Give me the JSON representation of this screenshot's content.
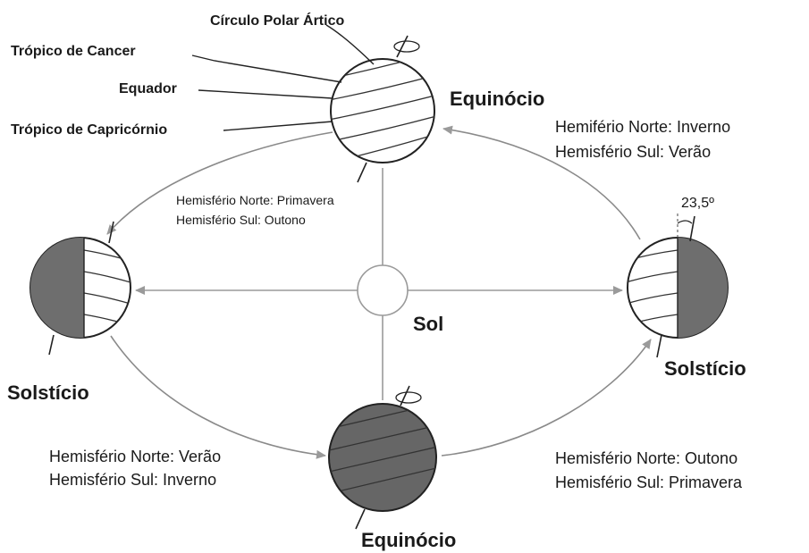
{
  "labels": {
    "circulo_polar": "Círculo Polar Ártico",
    "tropico_cancer": "Trópico de Cancer",
    "equador": "Equador",
    "tropico_capricornio": "Trópico de Capricórnio",
    "equinocio_top": "Equinócio",
    "equinocio_bottom": "Equinócio",
    "solsticio_left": "Solstício",
    "solsticio_right": "Solstício",
    "sol": "Sol",
    "tilt": "23,5º"
  },
  "seasons": {
    "top_right": [
      "Hemifério Norte: Inverno",
      "Hemisfério Sul: Verão"
    ],
    "top_center": [
      "Hemisfério Norte: Primavera",
      "Hemisfério Sul: Outono"
    ],
    "bottom_left": [
      "Hemisfério Norte: Verão",
      "Hemisfério Sul: Inverno"
    ],
    "bottom_right": [
      "Hemisfério Norte: Outono",
      "Hemisfério Sul: Primavera"
    ]
  },
  "colors": {
    "shadow": "#6e6e6e",
    "night_globe": "#666666",
    "line": "#222222",
    "orbit": "#8a8a8a"
  }
}
